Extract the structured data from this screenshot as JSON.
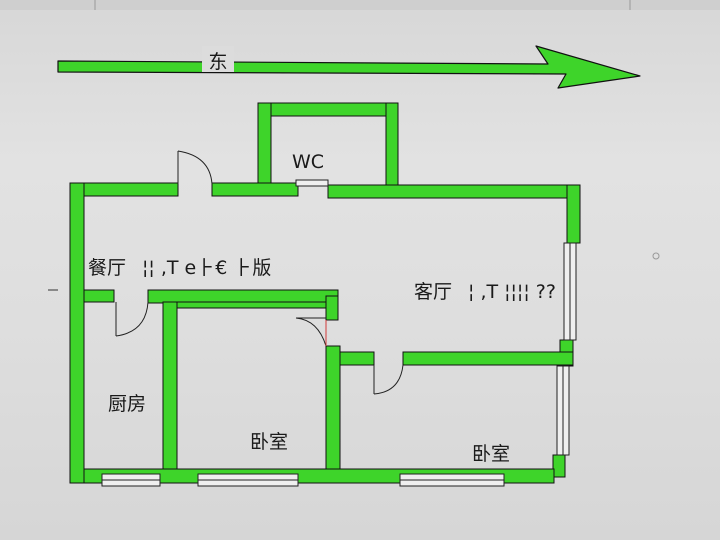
{
  "compass": {
    "direction_label": "东"
  },
  "rooms": {
    "wc": "WC",
    "dining": "餐厅",
    "dining_noise": "¦¦ ,T   e⺊€  ⺊版",
    "living": "客厅",
    "living_noise": "¦ ,T ¦¦¦¦ ??",
    "kitchen": "厨房",
    "bedroom_left": "卧室",
    "bedroom_right": "卧室"
  },
  "colors": {
    "wall": "#3ed42a",
    "wall_edge": "#111111",
    "window": "#eeeeee"
  }
}
